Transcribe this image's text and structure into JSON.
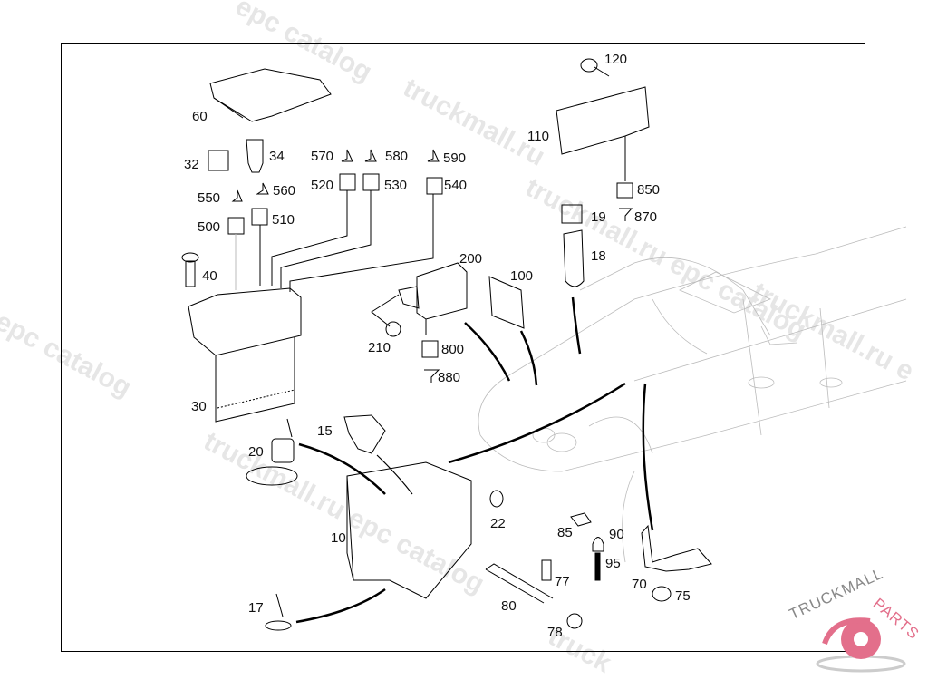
{
  "diagram": {
    "title": "Parts exploded view",
    "watermarks": [
      "epc catalog",
      "truckmall.ru",
      "truckmall.ru epc catalog",
      "l epc catalog",
      "truckmall.ru epc catalog",
      "truckmall.ru e",
      "truck"
    ],
    "logo": {
      "text_left": "TRUCKMALL",
      "text_right": "PARTS",
      "accent": "#e36f8b"
    },
    "parts": [
      {
        "id": "60",
        "label": "60"
      },
      {
        "id": "32",
        "label": "32"
      },
      {
        "id": "34",
        "label": "34"
      },
      {
        "id": "550",
        "label": "550"
      },
      {
        "id": "560",
        "label": "560"
      },
      {
        "id": "500",
        "label": "500"
      },
      {
        "id": "510",
        "label": "510"
      },
      {
        "id": "570",
        "label": "570"
      },
      {
        "id": "580",
        "label": "580"
      },
      {
        "id": "590",
        "label": "590"
      },
      {
        "id": "520",
        "label": "520"
      },
      {
        "id": "530",
        "label": "530"
      },
      {
        "id": "540",
        "label": "540"
      },
      {
        "id": "40",
        "label": "40"
      },
      {
        "id": "30",
        "label": "30"
      },
      {
        "id": "200",
        "label": "200"
      },
      {
        "id": "100",
        "label": "100"
      },
      {
        "id": "210",
        "label": "210"
      },
      {
        "id": "800",
        "label": "800"
      },
      {
        "id": "880",
        "label": "880"
      },
      {
        "id": "120",
        "label": "120"
      },
      {
        "id": "110",
        "label": "110"
      },
      {
        "id": "850",
        "label": "850"
      },
      {
        "id": "870",
        "label": "870"
      },
      {
        "id": "19",
        "label": "19"
      },
      {
        "id": "18",
        "label": "18"
      },
      {
        "id": "15",
        "label": "15"
      },
      {
        "id": "20",
        "label": "20"
      },
      {
        "id": "10",
        "label": "10"
      },
      {
        "id": "22",
        "label": "22"
      },
      {
        "id": "17",
        "label": "17"
      },
      {
        "id": "85",
        "label": "85"
      },
      {
        "id": "90",
        "label": "90"
      },
      {
        "id": "95",
        "label": "95"
      },
      {
        "id": "77",
        "label": "77"
      },
      {
        "id": "80",
        "label": "80"
      },
      {
        "id": "78",
        "label": "78"
      },
      {
        "id": "70",
        "label": "70"
      },
      {
        "id": "75",
        "label": "75"
      }
    ]
  }
}
